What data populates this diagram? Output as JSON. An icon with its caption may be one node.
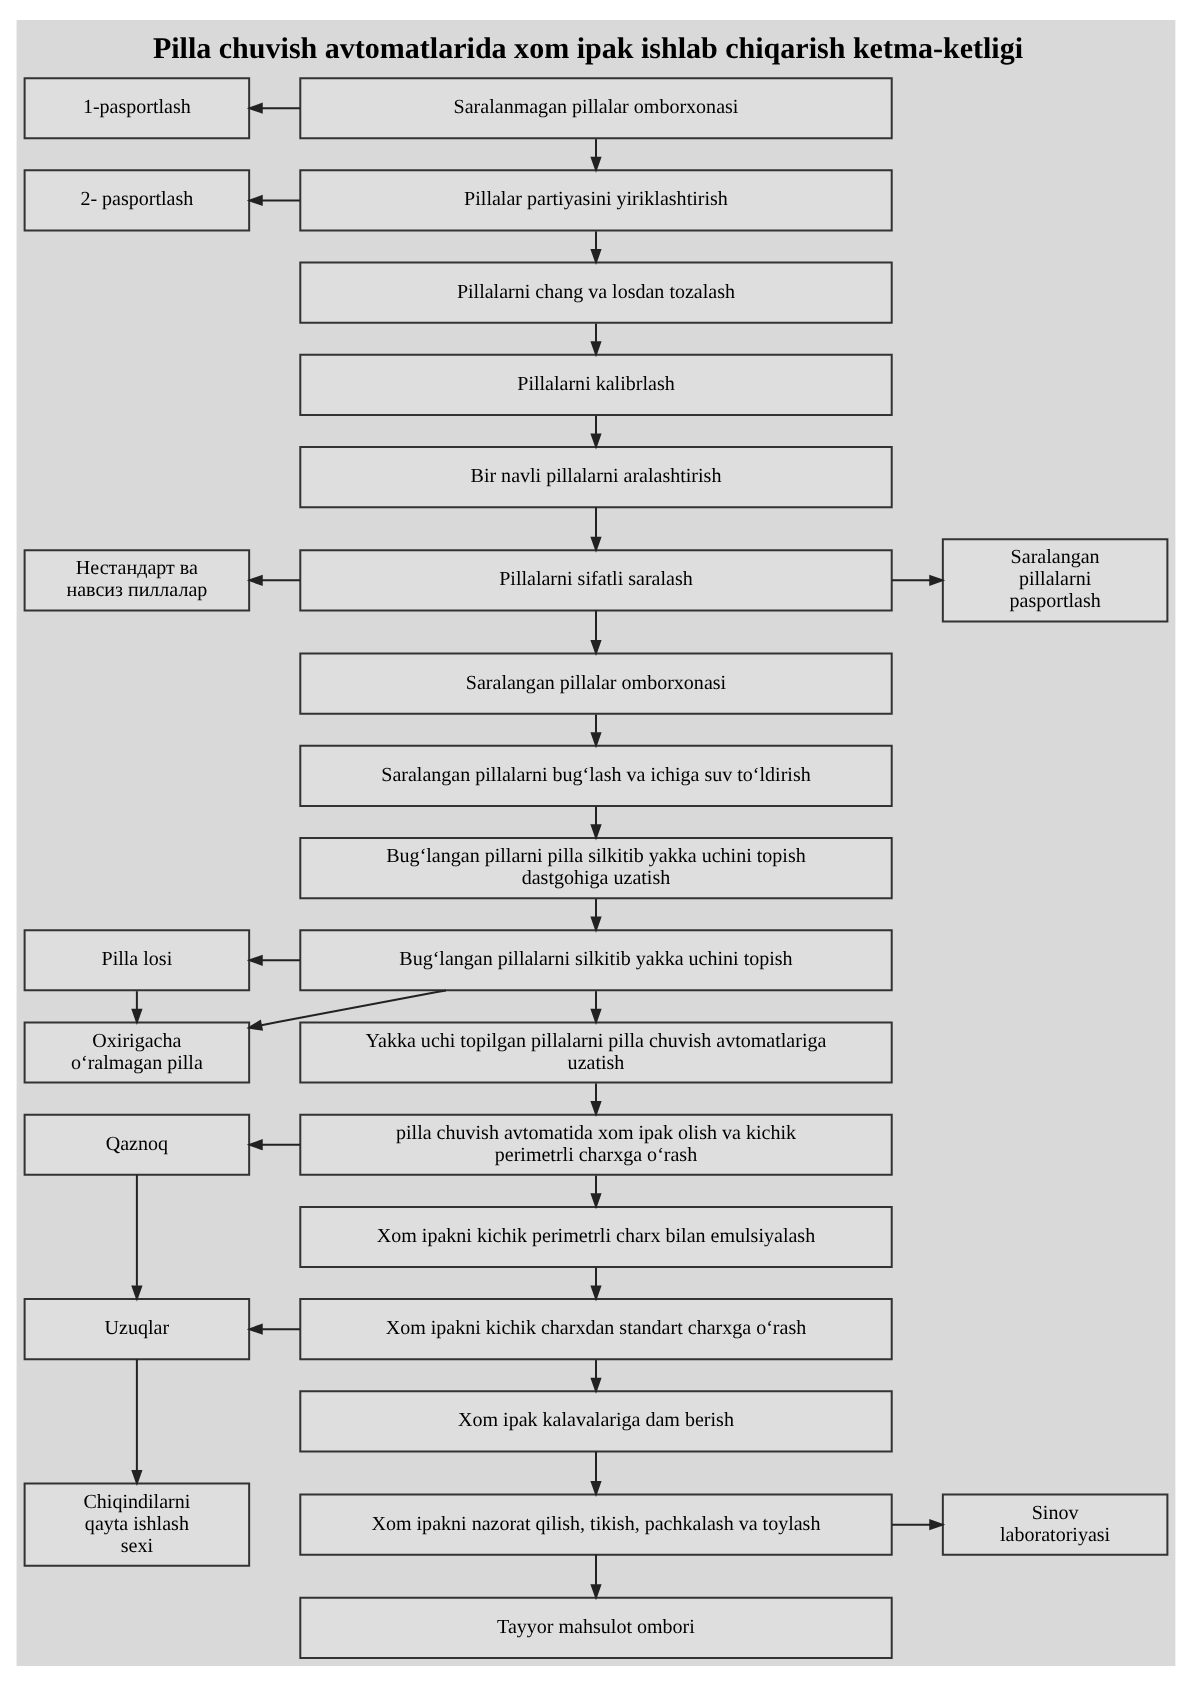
{
  "diagram": {
    "title": "Pilla chuvish avtomatlarida xom ipak ishlab chiqarish ketma-ketligi",
    "nodes": [
      {
        "text": [
          "1-pasportlash"
        ]
      },
      {
        "text": [
          "Saralanmagan pillalar omborxonasi"
        ]
      },
      {
        "text": [
          "2- pasportlash"
        ]
      },
      {
        "text": [
          "Pillalar partiyasini yiriklashtirish"
        ]
      },
      {
        "text": [
          "Pillalarni chang va losdan tozalash"
        ]
      },
      {
        "text": [
          "Pillalarni kalibrlash"
        ]
      },
      {
        "text": [
          "Bir navli pillalarni aralashtirish"
        ]
      },
      {
        "text": [
          "Нестандарт ва навсиз пиллалар"
        ]
      },
      {
        "text": [
          "Pillalarni sifatli saralash"
        ]
      },
      {
        "text": [
          "Saralangan pillalarni pasportlash"
        ]
      },
      {
        "text": [
          "Saralangan pillalar omborxonasi"
        ]
      },
      {
        "text": [
          "Saralangan pillalarni bug‘lash va ichiga suv to‘ldirish"
        ]
      },
      {
        "text": [
          "Bug‘langan pillarni pilla silkitib yakka uchini topish dastgohiga uzatish"
        ]
      },
      {
        "text": [
          "Pilla losi"
        ]
      },
      {
        "text": [
          "Bug‘langan pillalarni silkitib yakka uchini topish"
        ]
      },
      {
        "text": [
          "Oxirigacha o‘ralmagan pilla"
        ]
      },
      {
        "text": [
          "Yakka uchi topilgan pillalarni pilla chuvish avtomatlariga uzatish"
        ]
      },
      {
        "text": [
          "Qaznoq"
        ]
      },
      {
        "text": [
          "pilla chuvish avtomatida xom ipak olish va kichik perimetrli charxga o‘rash"
        ]
      },
      {
        "text": [
          "Xom ipakni kichik perimetrli charx bilan emulsiyalash"
        ]
      },
      {
        "text": [
          "Uzuqlar"
        ]
      },
      {
        "text": [
          "Xom ipakni kichik charxdan standart charxga o‘rash"
        ]
      },
      {
        "text": [
          "Xom ipak kalavalariga dam berish"
        ]
      },
      {
        "text": [
          "Chiqindilarni qayta ishlash sexi"
        ]
      },
      {
        "text": [
          "Xom ipakni nazorat qilish, tikish, pachkalash va toylash"
        ]
      },
      {
        "text": [
          "Sinov laboratoriyasi"
        ]
      },
      {
        "text": [
          "Tayyor mahsulot ombori"
        ]
      }
    ],
    "edges": [
      {
        "from": 1,
        "to": 0,
        "arrow": "to"
      },
      {
        "from": 1,
        "to": 3,
        "arrow": "to"
      },
      {
        "from": 3,
        "to": 2,
        "arrow": "to"
      },
      {
        "from": 3,
        "to": 4,
        "arrow": "to"
      },
      {
        "from": 4,
        "to": 5,
        "arrow": "to"
      },
      {
        "from": 5,
        "to": 6,
        "arrow": "to"
      },
      {
        "from": 6,
        "to": 8,
        "arrow": "to"
      },
      {
        "from": 8,
        "to": 7,
        "arrow": "to"
      },
      {
        "from": 8,
        "to": 9,
        "arrow": "to"
      },
      {
        "from": 8,
        "to": 10,
        "arrow": "to"
      },
      {
        "from": 10,
        "to": 11,
        "arrow": "to"
      },
      {
        "from": 11,
        "to": 12,
        "arrow": "to"
      },
      {
        "from": 12,
        "to": 14,
        "arrow": "to"
      },
      {
        "from": 14,
        "to": 13,
        "arrow": "to"
      },
      {
        "from": 14,
        "to": 15,
        "arrow": "to"
      },
      {
        "from": 13,
        "to": 15,
        "arrow": "to"
      },
      {
        "from": 14,
        "to": 16,
        "arrow": "to"
      },
      {
        "from": 16,
        "to": 18,
        "arrow": "to"
      },
      {
        "from": 18,
        "to": 17,
        "arrow": "to"
      },
      {
        "from": 18,
        "to": 19,
        "arrow": "to"
      },
      {
        "from": 17,
        "to": 20,
        "arrow": "to"
      },
      {
        "from": 19,
        "to": 21,
        "arrow": "to"
      },
      {
        "from": 21,
        "to": 20,
        "arrow": "to"
      },
      {
        "from": 21,
        "to": 22,
        "arrow": "to"
      },
      {
        "from": 20,
        "to": 23,
        "arrow": "to"
      },
      {
        "from": 22,
        "to": 24,
        "arrow": "to"
      },
      {
        "from": 24,
        "to": 25,
        "arrow": "to"
      },
      {
        "from": 24,
        "to": 26,
        "arrow": "to"
      }
    ]
  }
}
